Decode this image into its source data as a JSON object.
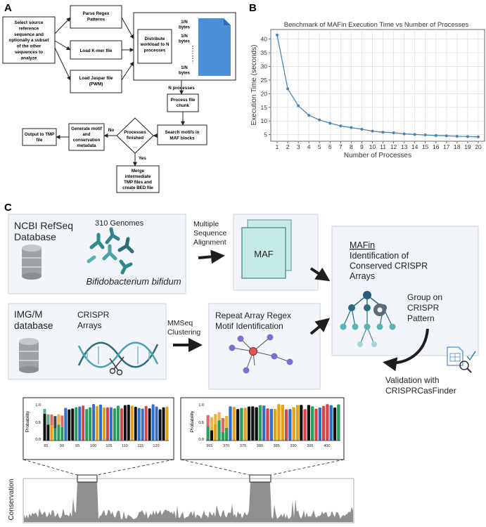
{
  "panelA": {
    "label": "A",
    "select": [
      "Select source",
      "reference",
      "sequence and",
      "optionally a subset",
      "of the other",
      "sequences to",
      "analyze"
    ],
    "parse": [
      "Parse Regex",
      "Patterns"
    ],
    "kmer": [
      "Load K-mer file"
    ],
    "jaspar": [
      "Load Jaspar file",
      "(PWM)"
    ],
    "distribute": [
      "Distribute",
      "workload to N",
      "processes"
    ],
    "bytes1": [
      "1/N",
      "bytes"
    ],
    "bytes2": [
      "1/N",
      "bytes"
    ],
    "bytes3": [
      "1/N",
      "bytes"
    ],
    "n_processes": "N processes",
    "process_chunk": [
      "Process file",
      "chunk"
    ],
    "search": [
      "Search motifs in",
      "MAF blocks"
    ],
    "finished": [
      "Processes",
      "finished"
    ],
    "generate": [
      "Generate motif",
      "and",
      "conservation",
      "metadata"
    ],
    "output": [
      "Output to TMP",
      "file"
    ],
    "merge": [
      "Merge",
      "intermediate",
      "TMP files and",
      "create BED file"
    ],
    "no": "No",
    "yes": "Yes"
  },
  "panelB": {
    "label": "B"
  },
  "chart_data": {
    "type": "line",
    "title": "Benchmark of MAFin Execution Time vs Number of Processes",
    "xlabel": "Number of Processes",
    "ylabel": "Execution Time (seconds)",
    "x": [
      1,
      2,
      3,
      4,
      5,
      6,
      7,
      8,
      9,
      10,
      11,
      12,
      13,
      14,
      15,
      16,
      17,
      18,
      19,
      20
    ],
    "values": [
      41.5,
      21.8,
      15.6,
      12.1,
      10.4,
      9.2,
      8.2,
      7.6,
      7.0,
      6.3,
      5.9,
      5.7,
      5.3,
      5.1,
      4.9,
      4.7,
      4.6,
      4.4,
      4.3,
      4.2
    ],
    "xticks": [
      1,
      2,
      3,
      4,
      5,
      6,
      7,
      8,
      9,
      10,
      11,
      12,
      13,
      14,
      15,
      16,
      17,
      18,
      19,
      20
    ],
    "yticks": [
      5,
      10,
      15,
      20,
      25,
      30,
      35,
      40
    ],
    "xlim": [
      0.4,
      20.6
    ],
    "ylim": [
      2.6,
      43.5
    ],
    "grid": true,
    "color": "#4a84b0"
  },
  "panelC": {
    "label": "C",
    "ncbi": [
      "NCBI RefSeq",
      "Database"
    ],
    "genomes": "310 Genomes",
    "species": "Bifidobacterium bifidum",
    "msa": [
      "Multiple",
      "Sequence",
      "Alignment"
    ],
    "maf": "MAF",
    "img": [
      "IMG/M",
      "database"
    ],
    "crispr": [
      "CRISPR",
      "Arrays"
    ],
    "mmseq": [
      "MMSeq",
      "Clustering"
    ],
    "regex": [
      "Repeat Array Regex",
      "Motif Identification"
    ],
    "mafin": "MAFin",
    "identification": [
      "Identification of",
      "Conserved CRISPR",
      "Arrays"
    ],
    "group": [
      "Group on",
      "CRISPR",
      "Pattern"
    ],
    "validation": [
      "Validation with",
      "CRISPRCasFinder"
    ],
    "logo1": {
      "ylabel": "Probability",
      "xticks": [
        "85",
        "90",
        "95",
        "100",
        "105",
        "110",
        "115",
        "120"
      ],
      "y_top": "1.0",
      "y_mid": "0.5",
      "y_bot": "0.0"
    },
    "logo2": {
      "ylabel": "Probability",
      "xticks": [
        "365",
        "370",
        "375",
        "380",
        "385",
        "390",
        "395",
        "400"
      ],
      "y_top": "1.0",
      "y_mid": "0.5",
      "y_bot": "0.0"
    },
    "conservation": "Conservation"
  },
  "colors": {
    "accent_blue": "#4a90d9",
    "teal": "#2e8b8b",
    "chart_line": "#4a84b0",
    "panel_bg": "#f2f5f9",
    "box_border": "#bfc9d4",
    "gray": "#8f8f8f"
  }
}
